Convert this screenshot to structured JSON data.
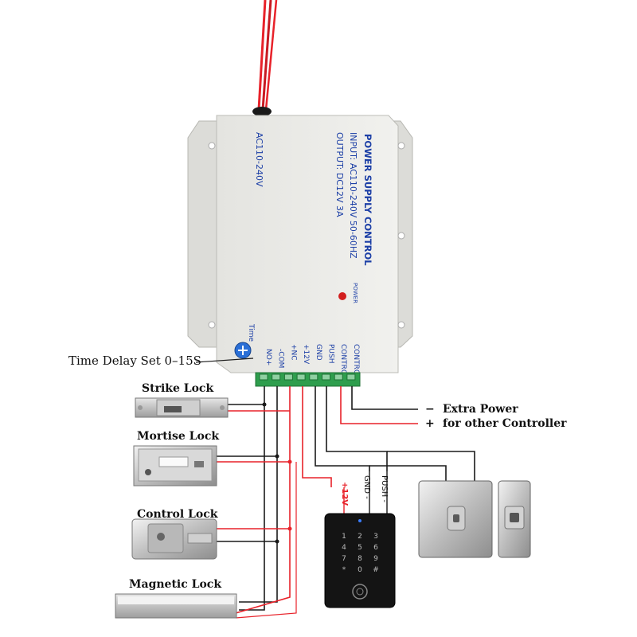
{
  "colors": {
    "wire_red": "#e8222a",
    "wire_black": "#1a1a1a",
    "box_body": "#e9e9e6",
    "terminal_green": "#2e9e4d",
    "keypad_body": "#141414"
  },
  "controller": {
    "title": "POWER SUPPLY CONTROL",
    "input_spec": "INPUT: AC110-240V 50-60HZ",
    "output_spec": "OUTPUT: DC12V 3A",
    "ac_label": "AC110-240V",
    "power_led_label": "POWER",
    "time_knob_label": "Time",
    "terminals": [
      "NO+",
      "-COM",
      "+NC",
      "+12V",
      "GND",
      "PUSH",
      "CONTROL+",
      "CONTROL-"
    ]
  },
  "callouts": {
    "time_delay": "Time Delay Set 0–15S",
    "extra_power_sign": "−",
    "extra_power": "Extra Power",
    "other_controller_sign": "+",
    "other_controller": "for other Controller"
  },
  "locks": {
    "strike": "Strike Lock",
    "mortise": "Mortise Lock",
    "control": "Control Lock",
    "magnetic": "Magnetic Lock"
  },
  "keypad_wires": {
    "plus12v": "+12V",
    "gnd": "GND -",
    "push": "PUSH -"
  },
  "keypad": {
    "keys": [
      "1",
      "2",
      "3",
      "4",
      "5",
      "6",
      "7",
      "8",
      "9",
      "*",
      "0",
      "#"
    ]
  }
}
